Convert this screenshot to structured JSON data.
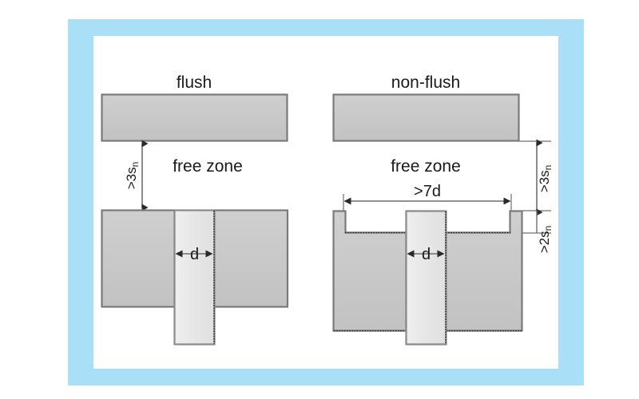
{
  "figure": {
    "type": "technical-diagram",
    "subject": "Inductive proximity sensor mounting clearances — flush vs non-flush",
    "background_color": "#ffffff",
    "frame_color": "#a9e0f7",
    "panel_color": "#ffffff",
    "block_fill": "#c6c6c6",
    "block_stroke": "#777777",
    "sensor_fill": "#e8e8e8",
    "sensor_stroke": "#8a8a8a",
    "dim_line_color": "#6f6f6f",
    "text_color": "#1a1a1a"
  },
  "panels": [
    {
      "id": "flush",
      "title": "flush",
      "free_zone_label": "free zone",
      "vertical_clearance": ">3s",
      "vertical_clearance_sub": "n",
      "sensor_diameter": "d",
      "has_recess": false
    },
    {
      "id": "non-flush",
      "title": "non-flush",
      "free_zone_label": "free zone",
      "vertical_clearance": ">3s",
      "vertical_clearance_sub": "n",
      "recess_depth": ">2s",
      "recess_depth_sub": "n",
      "recess_width": ">7d",
      "sensor_diameter": "d",
      "has_recess": true
    }
  ],
  "labels": {
    "flush_title": "flush",
    "nonflush_title": "non-flush",
    "free_zone_left": "free zone",
    "free_zone_right": "free zone",
    "clearance_left": ">3s",
    "clearance_left_sub": "n",
    "clearance_right": ">3s",
    "clearance_right_sub": "n",
    "recess_depth": ">2s",
    "recess_depth_sub": "n",
    "recess_width": ">7d",
    "diameter_left": "d",
    "diameter_right": "d"
  }
}
